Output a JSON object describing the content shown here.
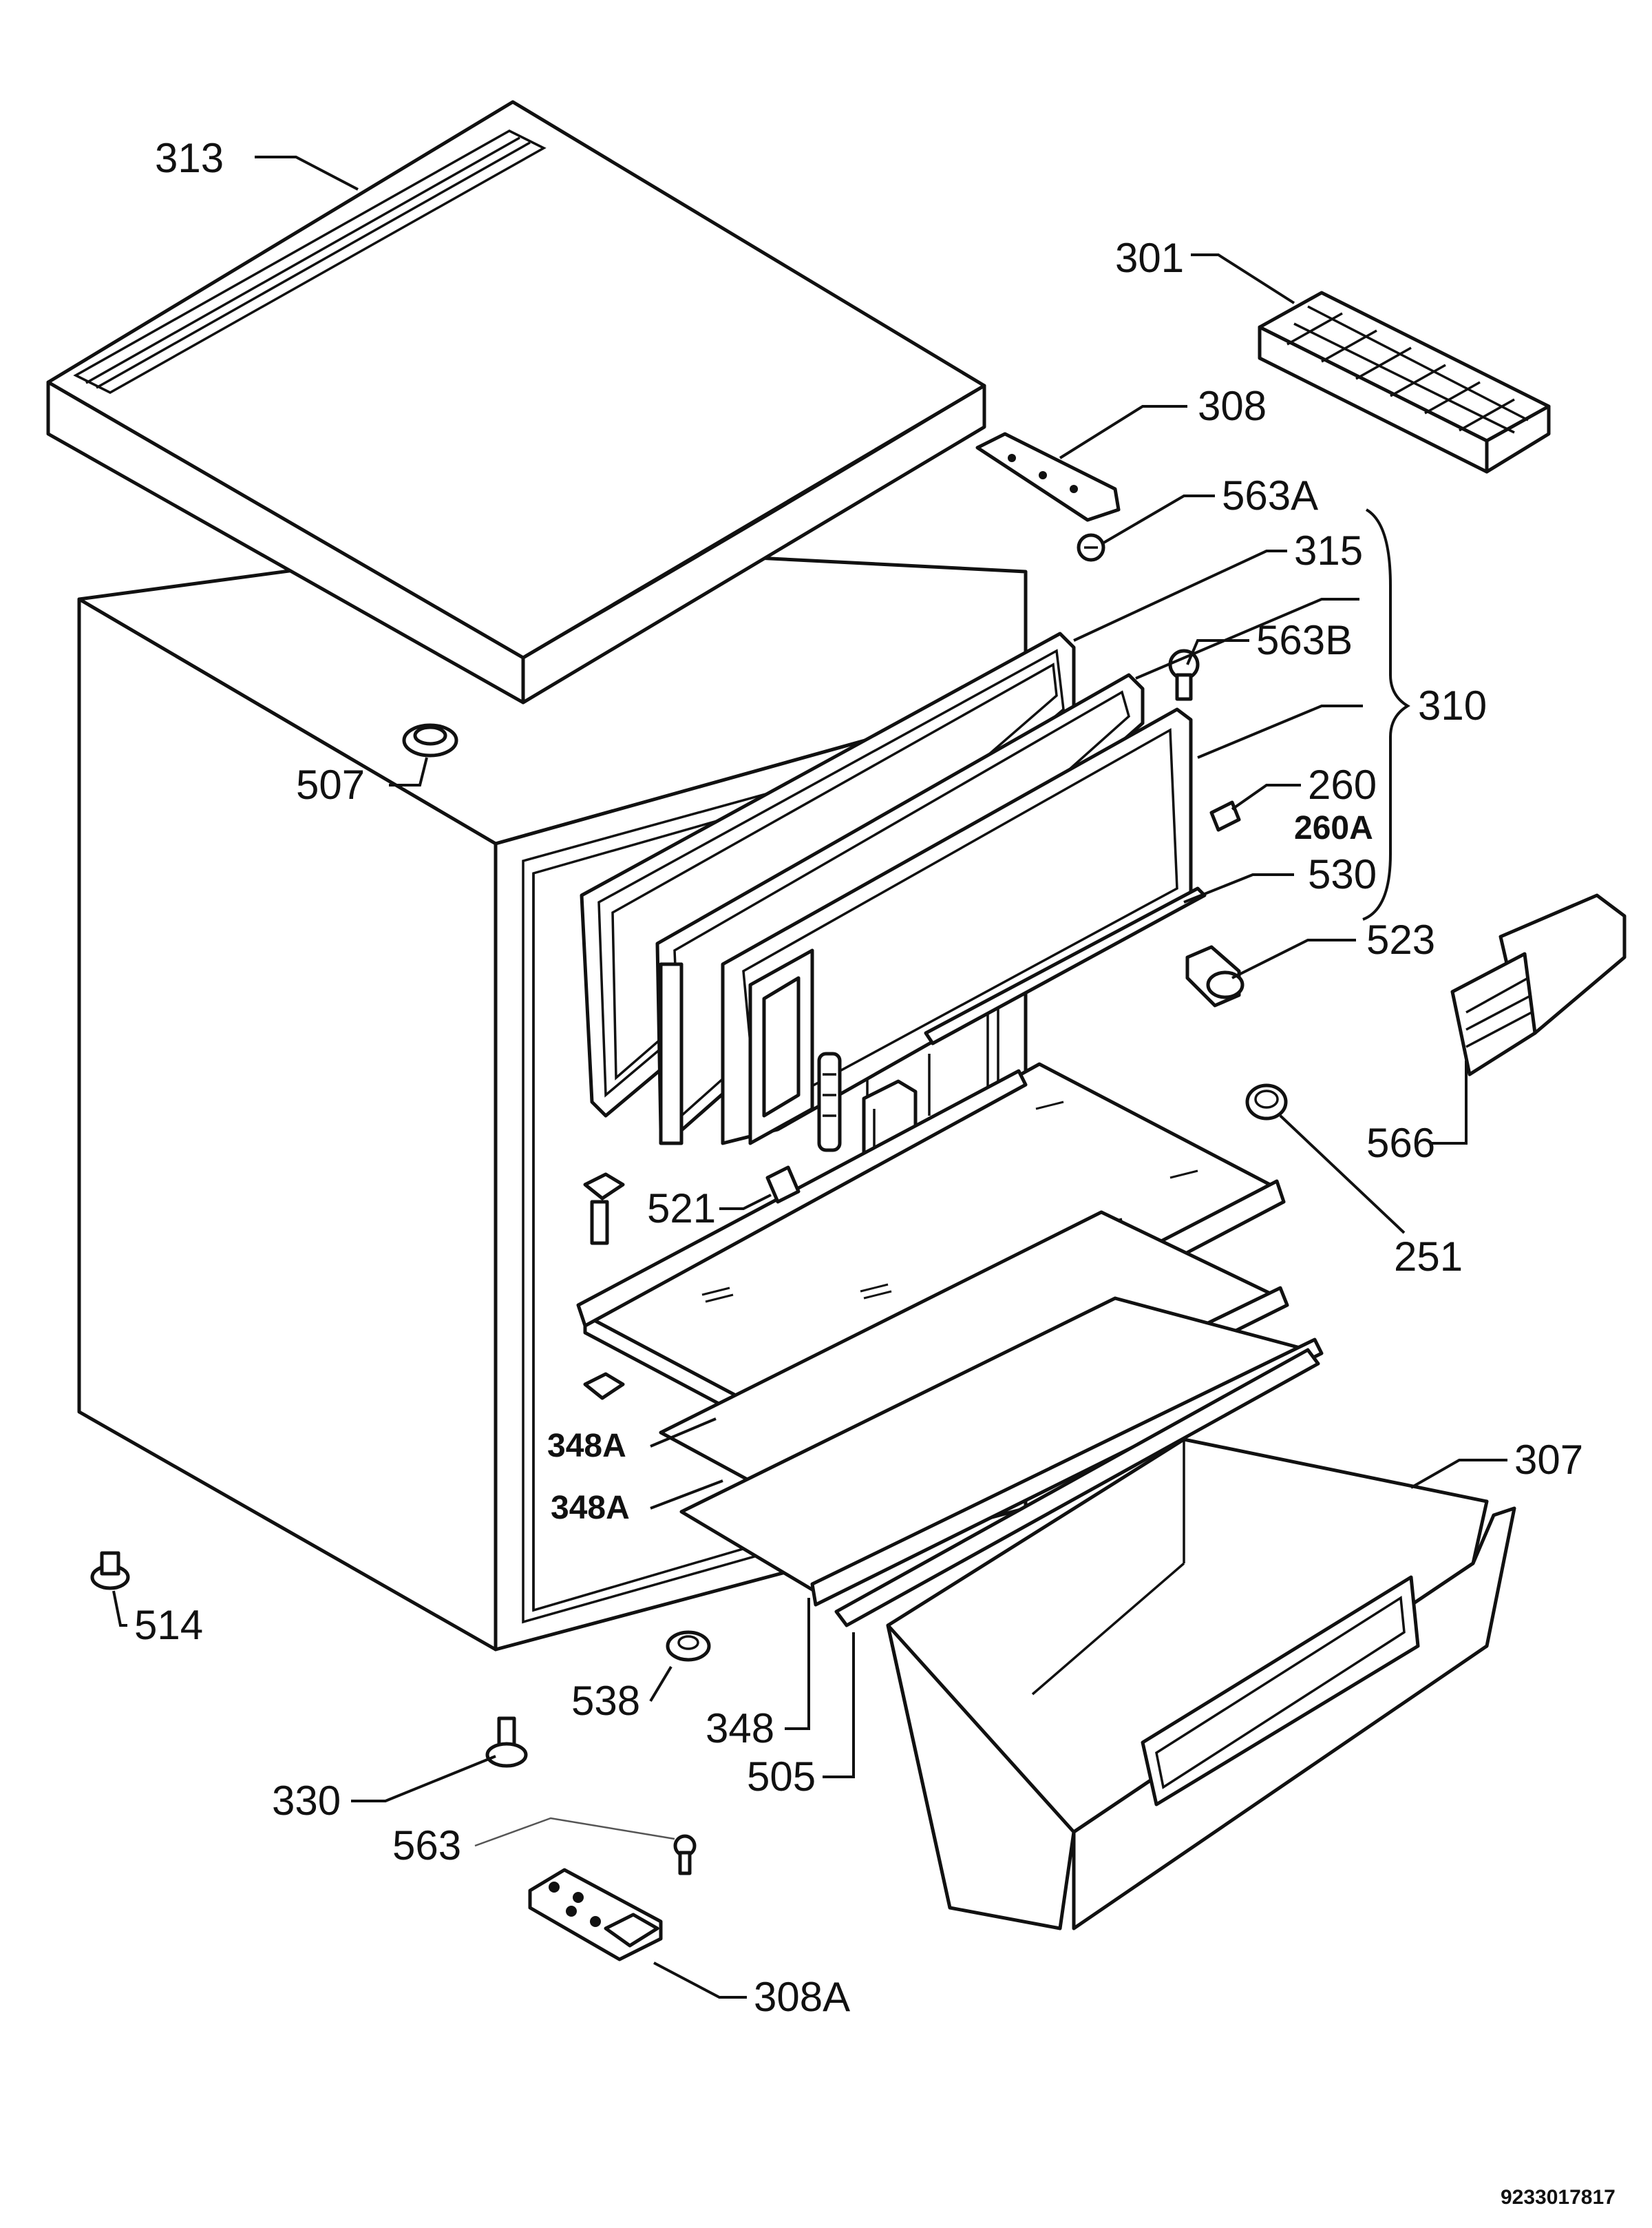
{
  "labels": {
    "p313": "313",
    "p301": "301",
    "p308": "308",
    "p563a": "563A",
    "p315": "315",
    "p563b": "563B",
    "p310": "310",
    "p507": "507",
    "p260": "260",
    "p260a": "260A",
    "p530": "530",
    "p523": "523",
    "p566": "566",
    "p521": "521",
    "p251": "251",
    "p348a_1": "348A",
    "p348a_2": "348A",
    "p307": "307",
    "p514": "514",
    "p538": "538",
    "p348": "348",
    "p505": "505",
    "p330": "330",
    "p563": "563",
    "p308a": "308A"
  },
  "drawing_code": "9233017817"
}
